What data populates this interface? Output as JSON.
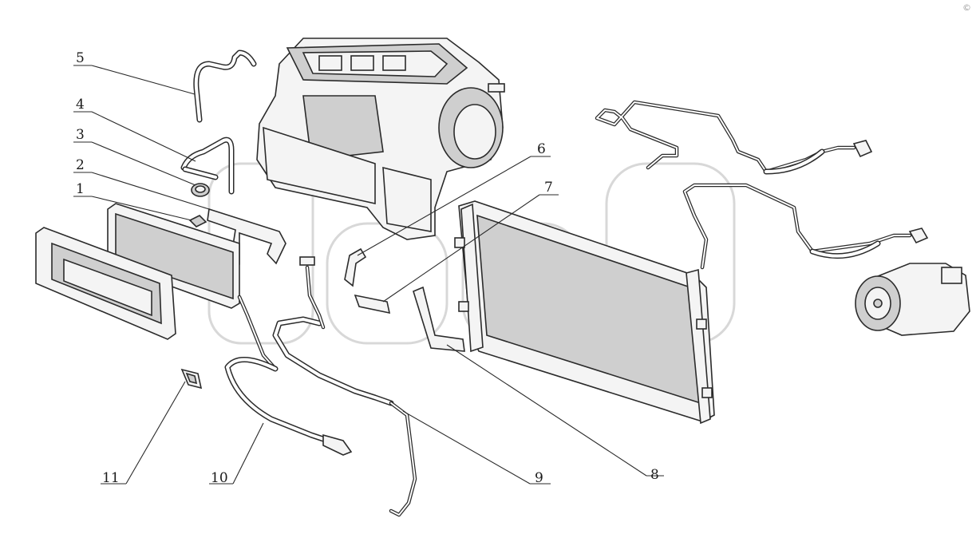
{
  "corner_mark": "©",
  "watermark": "™",
  "callouts": [
    {
      "label": "1"
    },
    {
      "label": "2"
    },
    {
      "label": "3"
    },
    {
      "label": "4"
    },
    {
      "label": "5"
    },
    {
      "label": "6"
    },
    {
      "label": "7"
    },
    {
      "label": "8"
    },
    {
      "label": "9"
    },
    {
      "label": "10"
    },
    {
      "label": "11"
    }
  ]
}
